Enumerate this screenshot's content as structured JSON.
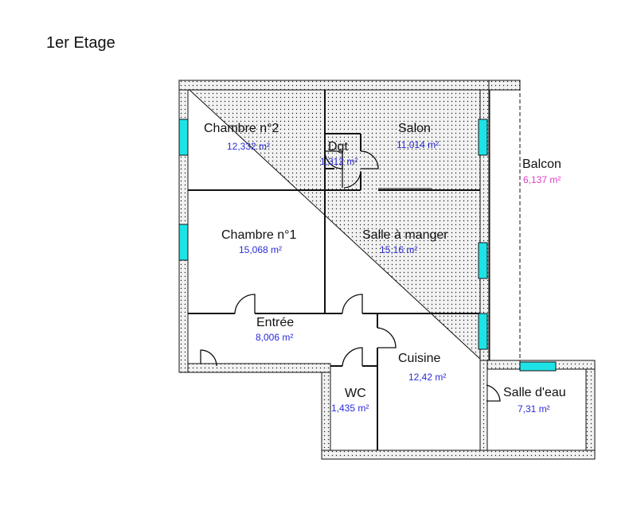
{
  "title": "1er Etage",
  "colors": {
    "window": "#1ee3e6",
    "area_text": "#2b2bd8",
    "balcon_area_text": "#e040c8",
    "wall_fill": "#f2f2f2"
  },
  "rooms": {
    "chambre2": {
      "name": "Chambre n°2",
      "area": "12,332  m²"
    },
    "salon": {
      "name": "Salon",
      "area": "11,014  m²"
    },
    "dgt": {
      "name": "Dgt",
      "area": "1,312  m²"
    },
    "chambre1": {
      "name": "Chambre n°1",
      "area": "15,068  m²"
    },
    "salle_manger": {
      "name": "Salle à manger",
      "area": "15,16  m²"
    },
    "entree": {
      "name": "Entrée",
      "area": "8,006  m²"
    },
    "cuisine": {
      "name": "Cuisine",
      "area": "12,42  m²"
    },
    "wc": {
      "name": "WC",
      "area": "1,435  m²"
    },
    "salle_eau": {
      "name": "Salle d'eau",
      "area": "7,31  m²"
    },
    "balcon": {
      "name": "Balcon",
      "area": "6,137  m²"
    }
  }
}
